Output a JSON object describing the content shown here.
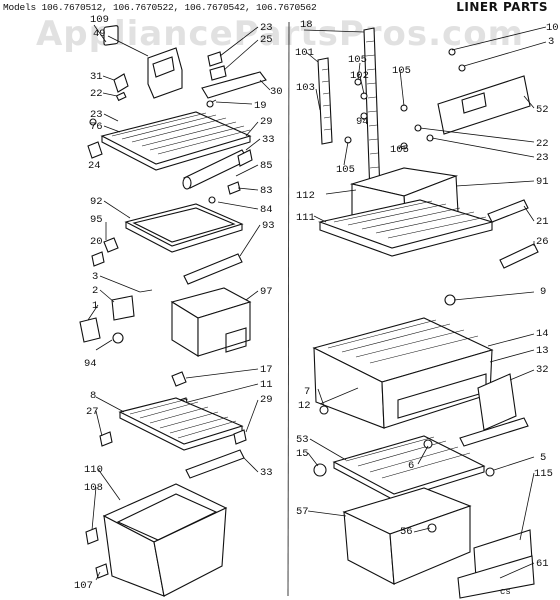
{
  "header": {
    "models": "Models 106.7670512, 106.7670522, 106.7670542, 106.7670562",
    "title": "LINER PARTS"
  },
  "watermark": "AppliancePartsPros.com",
  "footer_code": "cs",
  "part_numbers": {
    "left": [
      "109",
      "49",
      "31",
      "22",
      "23",
      "76",
      "24",
      "92",
      "95",
      "20",
      "3",
      "2",
      "1",
      "94",
      "8",
      "27",
      "110",
      "108",
      "107",
      "23",
      "25",
      "30",
      "19",
      "29",
      "33",
      "85",
      "83",
      "84",
      "93",
      "97",
      "17",
      "11",
      "29",
      "33"
    ],
    "center": [
      "101",
      "18",
      "105",
      "102",
      "103",
      "94",
      "105",
      "112",
      "111",
      "12",
      "7",
      "53",
      "15",
      "57",
      "105",
      "105",
      "56"
    ],
    "right": [
      "10",
      "3",
      "52",
      "22",
      "23",
      "91",
      "21",
      "26",
      "9",
      "14",
      "13",
      "32",
      "5",
      "6",
      "115",
      "61"
    ]
  },
  "colors": {
    "ink": "#111111",
    "paper": "#ffffff"
  }
}
